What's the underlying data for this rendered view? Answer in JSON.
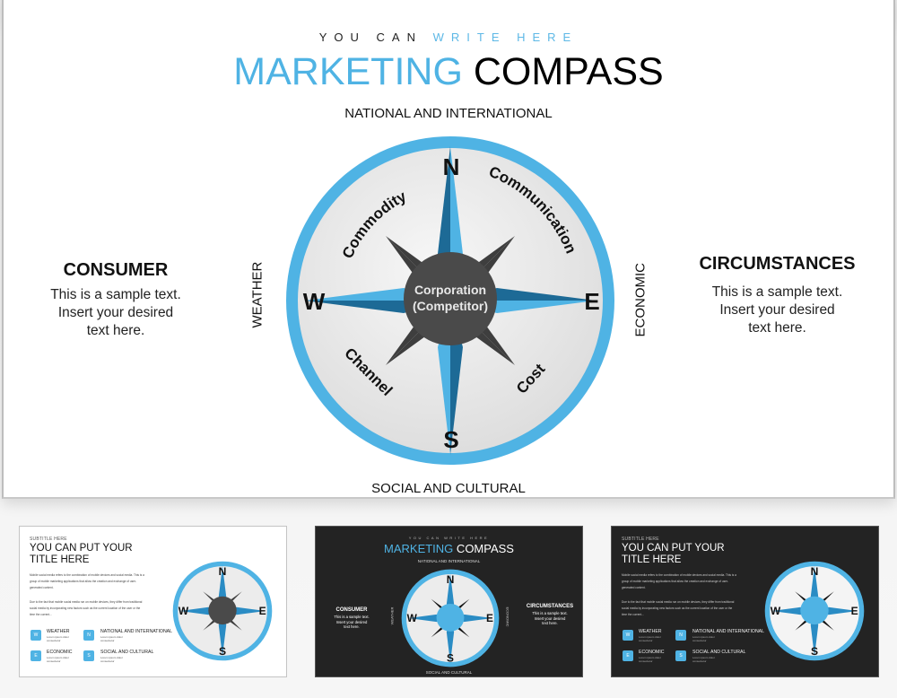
{
  "main_slide": {
    "kicker": {
      "part1": "YOU CAN ",
      "part2": "WRITE HERE"
    },
    "title": {
      "part1": "MARKETING",
      "part2": " COMPASS"
    },
    "top_label": "NATIONAL AND INTERNATIONAL",
    "bottom_label": "SOCIAL AND CULTURAL",
    "left_vertical_label": "WEATHER",
    "right_vertical_label": "ECONOMIC",
    "left_block": {
      "heading": "CONSUMER",
      "lines": [
        "This is a sample text.",
        "Insert your desired",
        "text here."
      ]
    },
    "right_block": {
      "heading": "CIRCUMSTANCES",
      "lines": [
        "This is a sample text.",
        "Insert your desired",
        "text here."
      ]
    },
    "compass": {
      "directions": {
        "north": "N",
        "south": "S",
        "east": "E",
        "west": "W"
      },
      "quadrants": {
        "nw": "Commodity",
        "ne": "Communication",
        "sw": "Channel",
        "se": "Cost"
      },
      "center": {
        "line1": "Corporation",
        "line2": "(Competitor)"
      },
      "colors": {
        "ring": "#4fb3e4",
        "face": "#ececec",
        "star_light": "#4fb3e4",
        "star_dark": "#1d6a96",
        "hub": "#4a4a4a",
        "hub_spikes": "#3e3e3e"
      }
    }
  },
  "thumbnails": [
    {
      "theme": "light",
      "subtitle": "SUBTITLE HERE",
      "title_lines": [
        "YOU CAN PUT YOUR",
        "TITLE HERE"
      ],
      "paragraph1": "Mobile social media refers to the combination of mobile devices and social media. This is a group of mobile marketing applications that allow the creation and exchange of user-generated content.",
      "paragraph2": "Due to the fact that mobile social media run on mobile devices, they differ from traditional social media by incorporating new factors such as the current location of the user or the time the current...",
      "items": [
        {
          "letter": "W",
          "label": "WEATHER",
          "desc": "Lorem ipsum dolor consectetur"
        },
        {
          "letter": "N",
          "label": "NATIONAL AND INTERNATIONAL",
          "desc": "Lorem ipsum dolor consectetur"
        },
        {
          "letter": "E",
          "label": "ECONOMIC",
          "desc": "Lorem ipsum dolor consectetur"
        },
        {
          "letter": "S",
          "label": "SOCIAL AND CULTURAL",
          "desc": "Lorem ipsum dolor consectetur"
        }
      ]
    },
    {
      "theme": "dark",
      "kicker": "YOU CAN WRITE HERE",
      "title_part1": "MARKETING",
      "title_part2": " COMPASS",
      "top_label": "NATIONAL AND INTERNATIONAL",
      "bottom_label": "SOCIAL AND CULTURAL",
      "left_vertical_label": "WEATHER",
      "right_vertical_label": "ECONOMIC",
      "left_heading": "CONSUMER",
      "left_lines": [
        "This is a sample text.",
        "Insert your desired",
        "text here."
      ],
      "right_heading": "CIRCUMSTANCES",
      "right_lines": [
        "This is a sample text.",
        "Insert your desired",
        "text here."
      ]
    },
    {
      "theme": "dark",
      "subtitle": "SUBTITLE HERE",
      "title_lines": [
        "YOU CAN PUT YOUR",
        "TITLE HERE"
      ],
      "paragraph1": "Mobile social media refers to the combination of mobile devices and social media. This is a group of mobile marketing applications that allow the creation and exchange of user-generated content.",
      "paragraph2": "Due to the fact that mobile social media run on mobile devices, they differ from traditional social media by incorporating new factors such as the current location of the user or the time the current...",
      "items": [
        {
          "letter": "W",
          "label": "WEATHER",
          "desc": "Lorem ipsum dolor consectetur"
        },
        {
          "letter": "N",
          "label": "NATIONAL AND INTERNATIONAL",
          "desc": "Lorem ipsum dolor consectetur"
        },
        {
          "letter": "E",
          "label": "ECONOMIC",
          "desc": "Lorem ipsum dolor consectetur"
        },
        {
          "letter": "S",
          "label": "SOCIAL AND CULTURAL",
          "desc": "Lorem ipsum dolor consectetur"
        }
      ]
    }
  ]
}
